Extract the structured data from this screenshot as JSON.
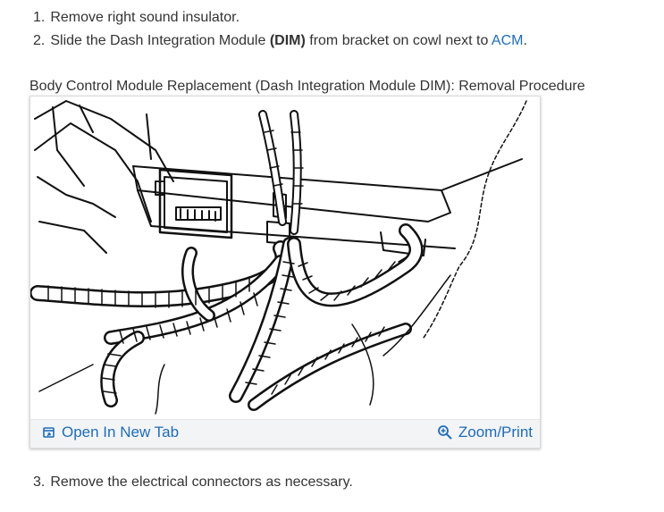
{
  "steps": [
    {
      "number": "1.",
      "text": "Remove right sound insulator."
    },
    {
      "number": "2.",
      "pre": "Slide the Dash Integration Module ",
      "bold": "(DIM)",
      "mid": " from bracket on cowl next to ",
      "link": "ACM",
      "post": "."
    },
    {
      "number": "3.",
      "text": "Remove the electrical connectors as necessary."
    }
  ],
  "figure": {
    "caption": "Body Control Module Replacement (Dash Integration Module DIM): Removal Procedure",
    "open_label": "Open In New Tab",
    "zoom_label": "Zoom/Print",
    "open_icon": "open-new-tab-icon",
    "zoom_icon": "magnifier-plus-icon"
  },
  "colors": {
    "text": "#333333",
    "link": "#1e6cb8",
    "toolbar_bg": "#f3f4f6"
  }
}
